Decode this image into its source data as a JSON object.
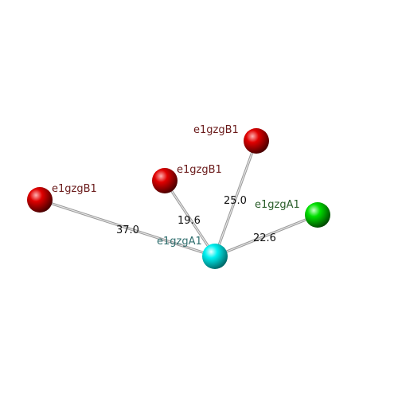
{
  "graph": {
    "nodes": [
      {
        "id": "n-center",
        "label": "e1gzgA1",
        "color": "#00f0f0",
        "label_color": "#2f6e6e"
      },
      {
        "id": "n-far-left",
        "label": "e1gzgB1",
        "color": "#e00000",
        "label_color": "#6a1a1a"
      },
      {
        "id": "n-mid",
        "label": "e1gzgB1",
        "color": "#e00000",
        "label_color": "#6a1a1a"
      },
      {
        "id": "n-top",
        "label": "e1gzgB1",
        "color": "#e00000",
        "label_color": "#6a1a1a"
      },
      {
        "id": "n-right",
        "label": "e1gzgA1",
        "color": "#00e000",
        "label_color": "#2a5e2a"
      }
    ],
    "edges": [
      {
        "from": "n-center",
        "to": "n-far-left",
        "label": "37.0"
      },
      {
        "from": "n-center",
        "to": "n-mid",
        "label": "19.6"
      },
      {
        "from": "n-center",
        "to": "n-top",
        "label": "25.0"
      },
      {
        "from": "n-center",
        "to": "n-right",
        "label": "22.6"
      }
    ]
  }
}
